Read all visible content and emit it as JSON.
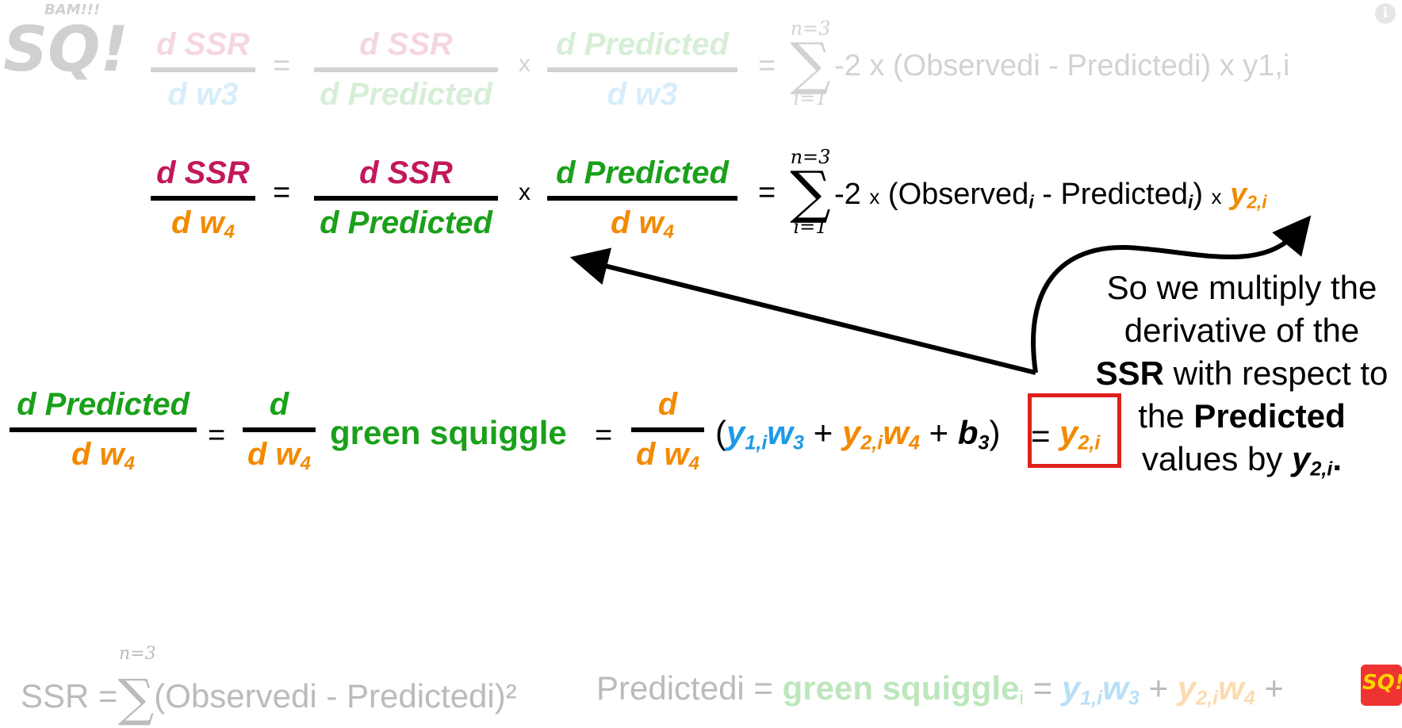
{
  "logo": {
    "text": "SQ!",
    "badge": "BAM!!!"
  },
  "faded_eq": {
    "lhs_num": "d SSR",
    "lhs_den": "d w3",
    "f1_num": "d SSR",
    "f1_den": "d Predicted",
    "f2_num": "d Predicted",
    "f2_den": "d w3",
    "sum_top": "n=3",
    "sum_bot": "i=1",
    "term": "-2 x (Observedi - Predictedi) x y1,i"
  },
  "main_eq": {
    "lhs_num": "d SSR",
    "lhs_den_d": "d ",
    "lhs_den_w": "w",
    "lhs_den_sub": "4",
    "equals": "=",
    "times": "x",
    "f1_num": "d SSR",
    "f1_den": "d Predicted",
    "f2_num": "d Predicted",
    "f2_den_d": "d ",
    "f2_den_w": "w",
    "f2_den_sub": "4",
    "sum_top": "n=3",
    "sum_bot": "i=1",
    "term_a": "-2 ",
    "term_x": "x",
    "term_b": " (Observed",
    "term_i1": "i",
    "term_c": " - Predicted",
    "term_i2": "i",
    "term_d": ")",
    "term_y": "y",
    "term_ysub": "2,i"
  },
  "deriv_eq": {
    "lhs_num": "d Predicted",
    "lhs_den_d": "d ",
    "lhs_den_w": "w",
    "lhs_den_sub": "4",
    "d_num": "d",
    "d_den_d": "d ",
    "d_den_w": "w",
    "d_den_sub": "4",
    "green_squiggle": "green squiggle",
    "open": "(",
    "y1": "y",
    "y1sub": "1,i",
    "w3": "w",
    "w3sub": "3",
    "plus": " + ",
    "y2": "y",
    "y2sub": "2,i",
    "w4": "w",
    "w4sub": "4",
    "b": "b",
    "bsub": "3",
    "close": ")",
    "result_y": "y",
    "result_sub": "2,i"
  },
  "note": {
    "line1": "So we multiply the",
    "line2": "derivative of the",
    "ssr": "SSR",
    "line3": " with respect to",
    "line4a": "the ",
    "predicted": "Predicted",
    "line5a": "values by ",
    "y": "y",
    "ysub": "2,i",
    "period": "."
  },
  "bottom": {
    "ssr_text": "SSR =",
    "sum_top": "n=3",
    "obs_expr": "(Observedi - Predictedi)²",
    "pred_text": "Predictedi = ",
    "squiggle": "green squiggle",
    "sub_i": "i",
    "eq": " = ",
    "y1": "y",
    "y1sub": "1,i",
    "w3": "w",
    "w3sub": "3",
    "plus": " + ",
    "y2": "y",
    "y2sub": "2,i",
    "w4": "w",
    "w4sub": "4",
    "plus2": " +"
  },
  "colors": {
    "pink": "#c2185b",
    "orange": "#f28a00",
    "green": "#1aa01a",
    "blue": "#1e9ae6",
    "red": "#e0201c"
  },
  "icons": [
    "info-icon",
    "arrow-icon"
  ]
}
